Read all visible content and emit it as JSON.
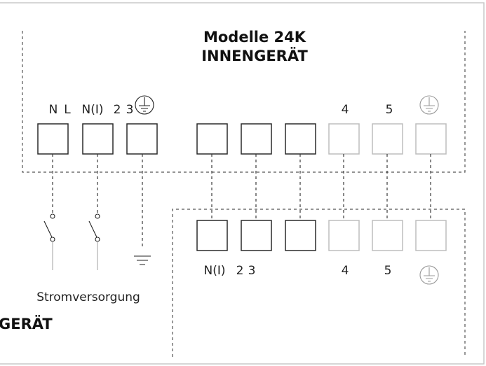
{
  "indoor": {
    "model": "Modelle 24K",
    "title": "INNENGERÄT",
    "terminal_labels": [
      "N",
      "L",
      "N(I)",
      "2",
      "3",
      "4",
      "5"
    ]
  },
  "outdoor": {
    "title": "GERÄT",
    "terminal_labels": [
      "N(I)",
      "2",
      "3",
      "4",
      "5"
    ]
  },
  "power_supply": {
    "label": "Stromversorgung"
  },
  "symbols": [
    "ground-icon",
    "switch-icon"
  ],
  "colors": {
    "line_dark": "#2a2a2a",
    "line_light": "#bdbdbd",
    "frame": "#c9c9c9"
  }
}
